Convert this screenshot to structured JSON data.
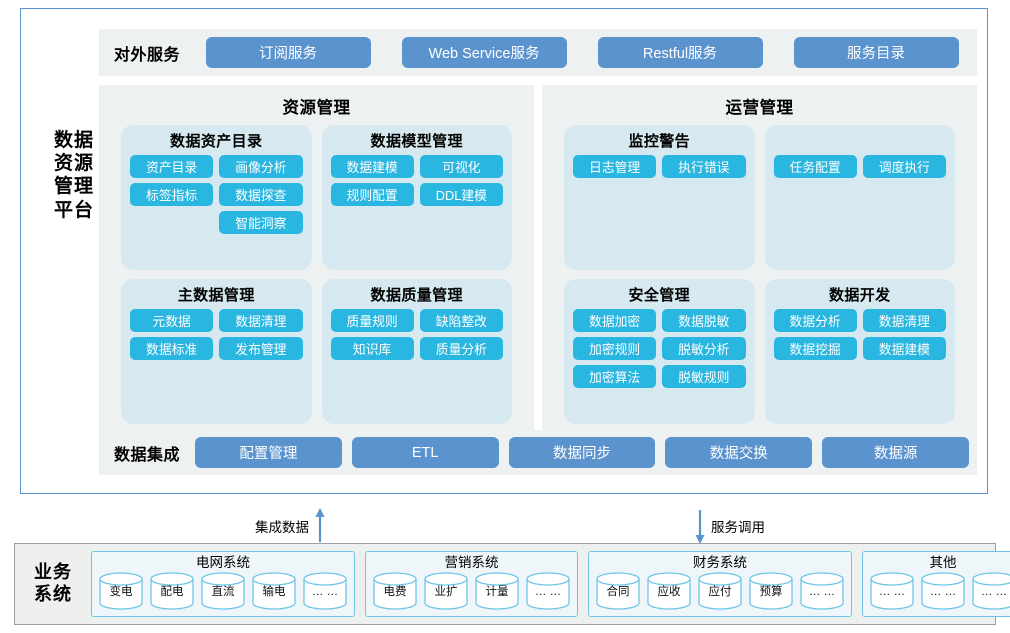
{
  "platform": {
    "label_lines": [
      "数据",
      "资源",
      "管理",
      "平台"
    ],
    "external_services": {
      "label": "对外服务",
      "buttons": [
        "订阅服务",
        "Web Service服务",
        "Restful服务",
        "服务目录"
      ]
    },
    "data_integration": {
      "label": "数据集成",
      "buttons": [
        "配置管理",
        "ETL",
        "数据同步",
        "数据交换",
        "数据源"
      ]
    },
    "sections": [
      {
        "title": "资源管理",
        "subpanels": [
          {
            "title": "数据资产目录",
            "chips": [
              "资产目录",
              "画像分析",
              "标签指标",
              "数据探查",
              "",
              "智能洞察"
            ]
          },
          {
            "title": "数据模型管理",
            "chips": [
              "数据建模",
              "可视化",
              "规则配置",
              "DDL建模"
            ]
          },
          {
            "title": "主数据管理",
            "chips": [
              "元数据",
              "数据清理",
              "数据标准",
              "发布管理"
            ]
          },
          {
            "title": "数据质量管理",
            "chips": [
              "质量规则",
              "缺陷整改",
              "知识库",
              "质量分析"
            ]
          }
        ]
      },
      {
        "title": "运营管理",
        "subpanels": [
          {
            "title": "监控警告",
            "chips": [
              "日志管理",
              "执行错误"
            ]
          },
          {
            "title": "",
            "chips": [
              "任务配置",
              "调度执行"
            ]
          },
          {
            "title": "安全管理",
            "chips": [
              "数据加密",
              "数据脱敏",
              "加密规则",
              "脱敏分析",
              "加密算法",
              "脱敏规则"
            ]
          },
          {
            "title": "数据开发",
            "chips": [
              "数据分析",
              "数据清理",
              "数据挖掘",
              "数据建模"
            ]
          }
        ]
      }
    ]
  },
  "flows": [
    {
      "label": "集成数据",
      "direction": "up"
    },
    {
      "label": "服务调用",
      "direction": "down"
    }
  ],
  "business_systems": {
    "label_lines": [
      "业务",
      "系统"
    ],
    "groups": [
      {
        "title": "电网系统",
        "items": [
          "变电",
          "配电",
          "直流",
          "输电",
          "… …"
        ]
      },
      {
        "title": "营销系统",
        "items": [
          "电费",
          "业扩",
          "计量",
          "… …"
        ]
      },
      {
        "title": "财务系统",
        "items": [
          "合同",
          "应收",
          "应付",
          "预算",
          "… …"
        ]
      },
      {
        "title": "其他",
        "items": [
          "… …",
          "… …",
          "… …"
        ]
      }
    ]
  },
  "colors": {
    "outer_border": "#5b93ce",
    "service_button": "#5b93ce",
    "chip": "#29b6e0",
    "subpanel_bg": "#d7e9f0",
    "section_bg": "#eef1f2",
    "biz_border": "#6ec6e6"
  }
}
